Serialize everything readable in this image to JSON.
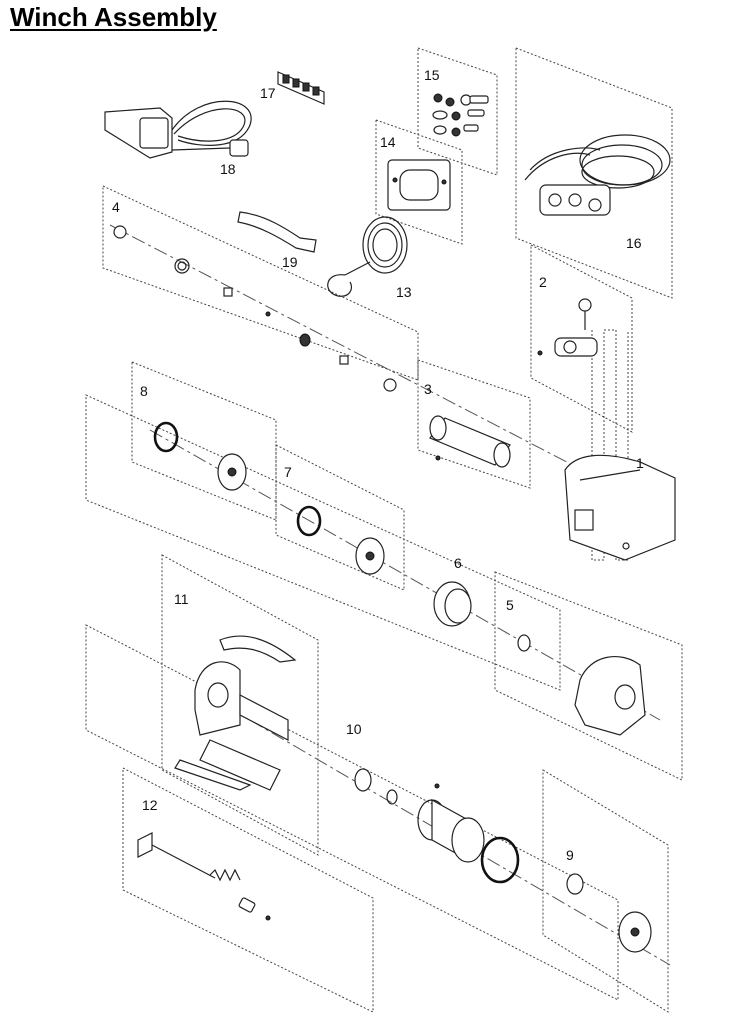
{
  "title": "Winch Assembly",
  "callouts": [
    "1",
    "2",
    "3",
    "4",
    "5",
    "6",
    "7",
    "8",
    "9",
    "10",
    "11",
    "12",
    "13",
    "14",
    "15",
    "16",
    "17",
    "18",
    "19"
  ]
}
